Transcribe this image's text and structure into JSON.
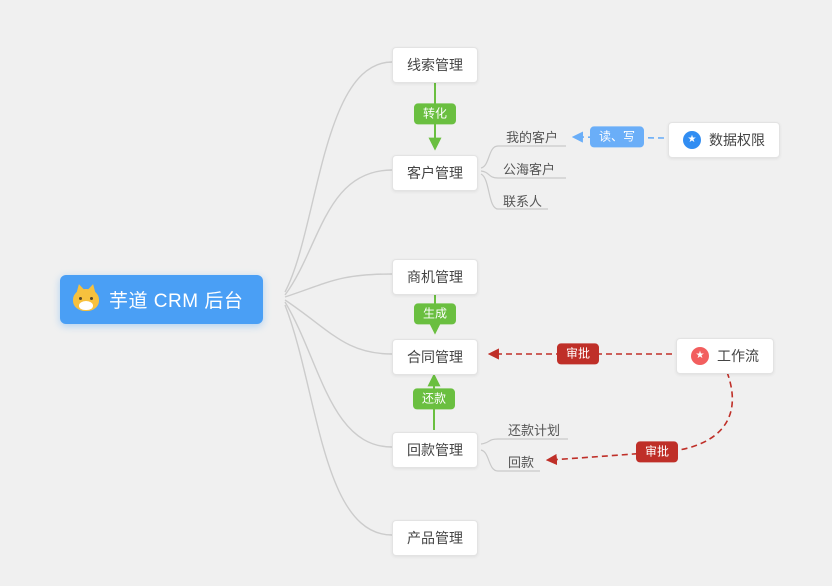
{
  "root": {
    "label": "芋道 CRM 后台"
  },
  "nodes": {
    "leads": "线索管理",
    "customer": "客户管理",
    "opportunity": "商机管理",
    "contract": "合同管理",
    "receivable": "回款管理",
    "product": "产品管理",
    "data_permission": "数据权限",
    "workflow": "工作流"
  },
  "customer_children": [
    "我的客户",
    "公海客户",
    "联系人"
  ],
  "receivable_children": [
    "还款计划",
    "回款"
  ],
  "edges": {
    "transform": "转化",
    "generate": "生成",
    "repay": "还款",
    "read_write": "读、写",
    "approve_contract": "审批",
    "approve_receivable": "审批"
  },
  "icons": {
    "root": "dog-icon",
    "data_permission": "star-icon",
    "workflow": "star-icon",
    "star_glyph": "★"
  },
  "colors": {
    "bg": "#f0f0f0",
    "root_bg": "#4a9ff5",
    "green": "#6abf40",
    "red": "#bf2f28",
    "blue": "#6aaef8",
    "line": "#cccccc",
    "node_border": "#e3e3e3",
    "text": "#444444",
    "data_permission_icon": "#318df2",
    "workflow_icon": "#f25e5e"
  }
}
